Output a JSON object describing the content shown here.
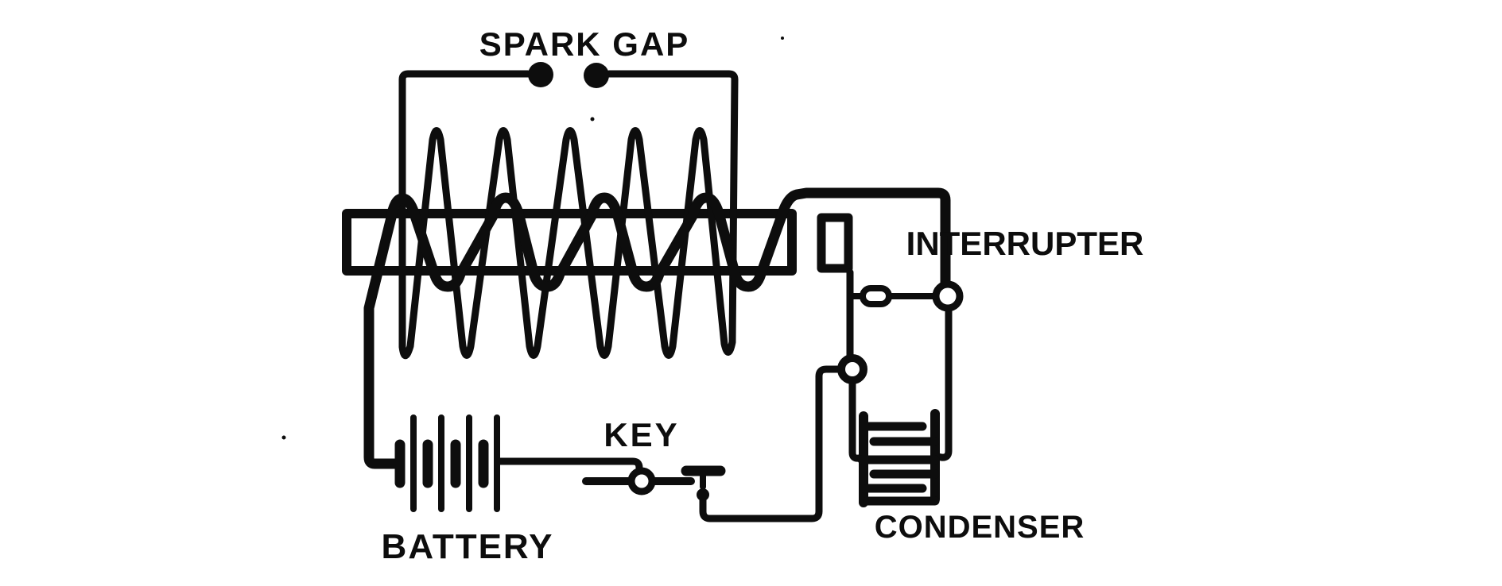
{
  "colors": {
    "ink": "#0d0d0d",
    "paper": "#ffffff"
  },
  "labels": {
    "spark_gap": "SPARK GAP",
    "interrupter": "INTERRUPTER",
    "key": "KEY",
    "battery": "BATTERY",
    "condenser": "CONDENSER"
  }
}
